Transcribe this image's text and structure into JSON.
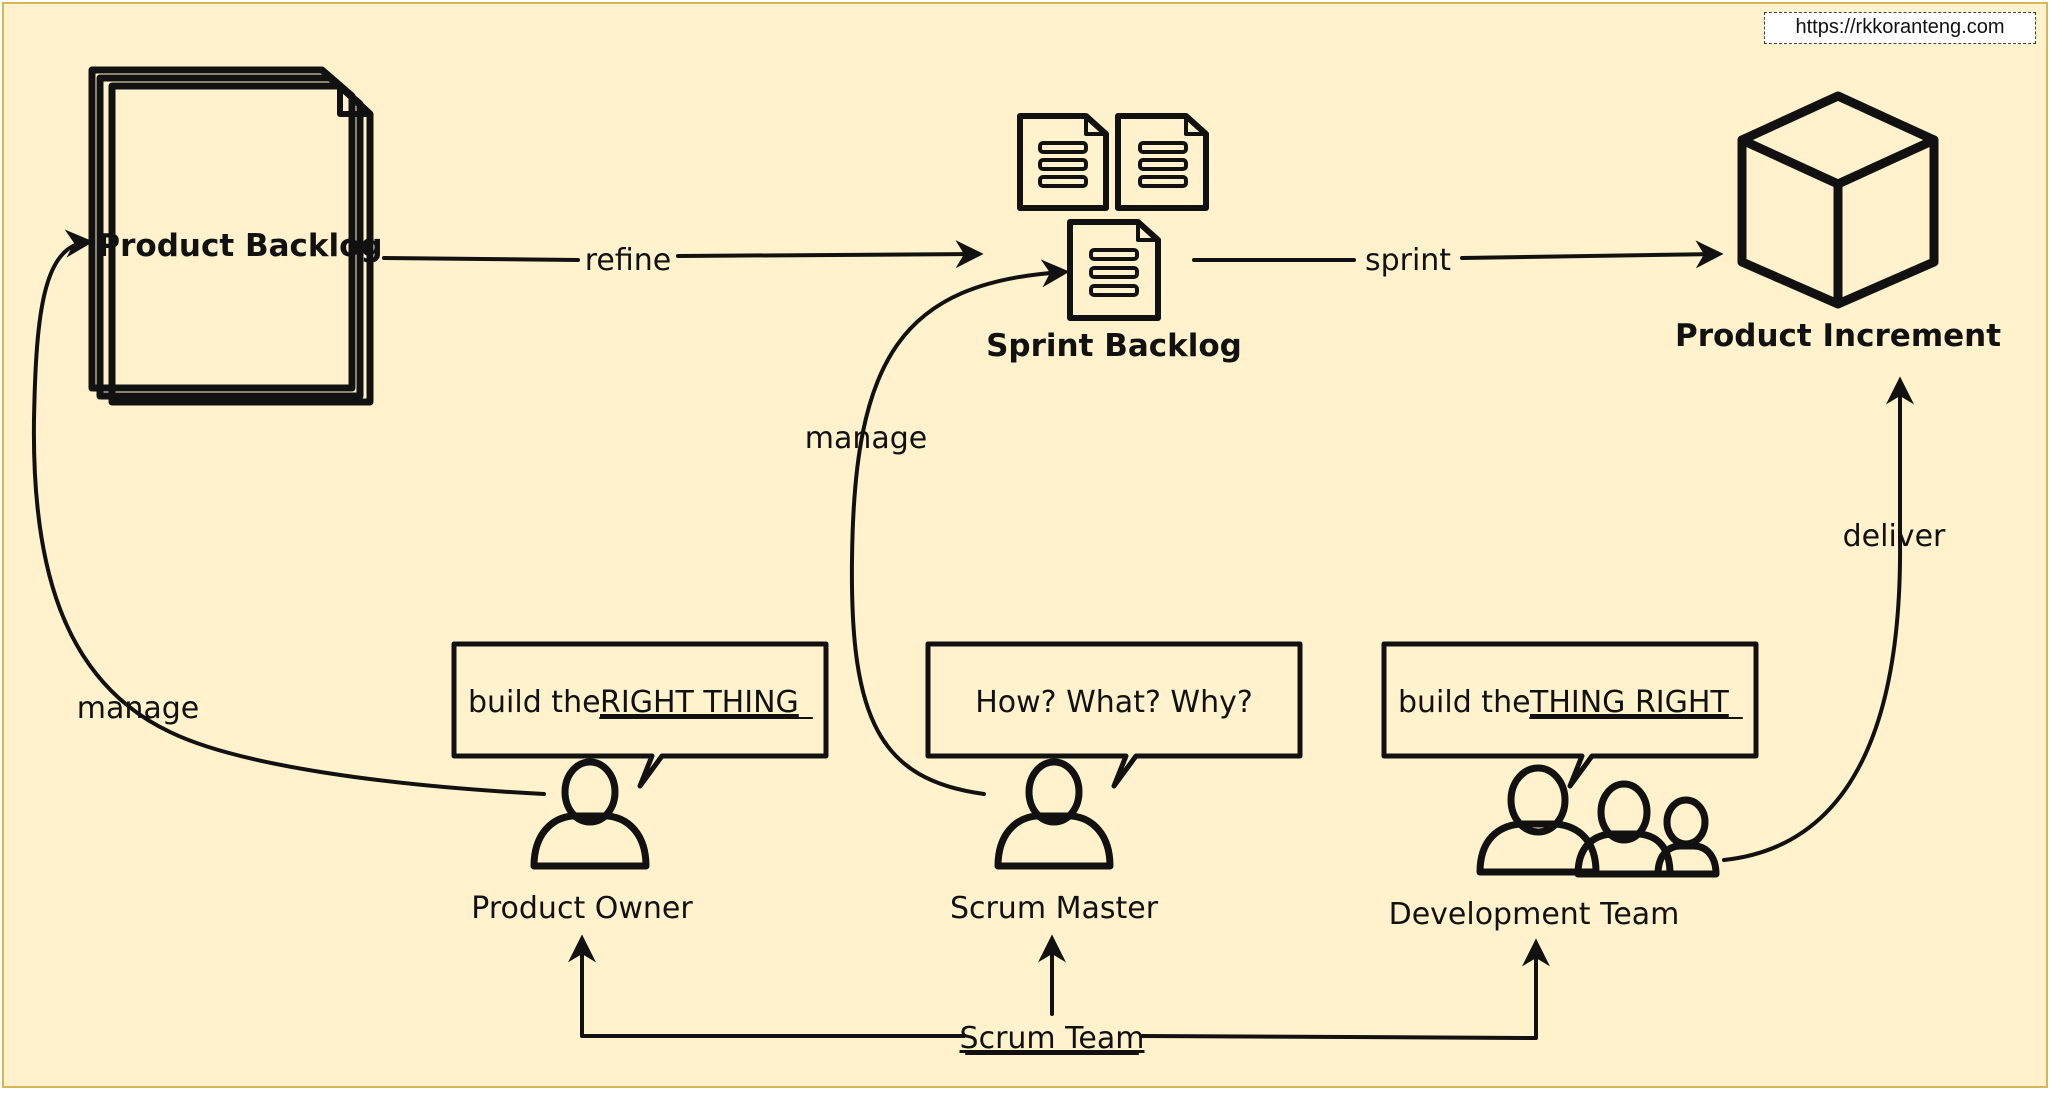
{
  "url": "https://rkkoranteng.com",
  "nodes": {
    "product_backlog": "Product Backlog",
    "sprint_backlog": "Sprint Backlog",
    "product_increment": "Product Increment",
    "product_owner": "Product Owner",
    "scrum_master": "Scrum Master",
    "development_team": "Development Team",
    "scrum_team": "Scrum Team"
  },
  "edges": {
    "refine": "refine",
    "sprint": "sprint",
    "manage_po": "manage",
    "manage_sm": "manage",
    "deliver": "deliver"
  },
  "bubbles": {
    "po_prefix": "build the ",
    "po_emph": "RIGHT THING",
    "sm": "How? What? Why?",
    "dt_prefix": "build the ",
    "dt_emph": "THING RIGHT"
  },
  "colors": {
    "background": "#fff2cc",
    "border": "#d6b656",
    "ink": "#111111"
  },
  "icons": [
    "document-stack-icon",
    "sprint-doc-icon",
    "cube-icon",
    "person-icon",
    "team-icon"
  ]
}
